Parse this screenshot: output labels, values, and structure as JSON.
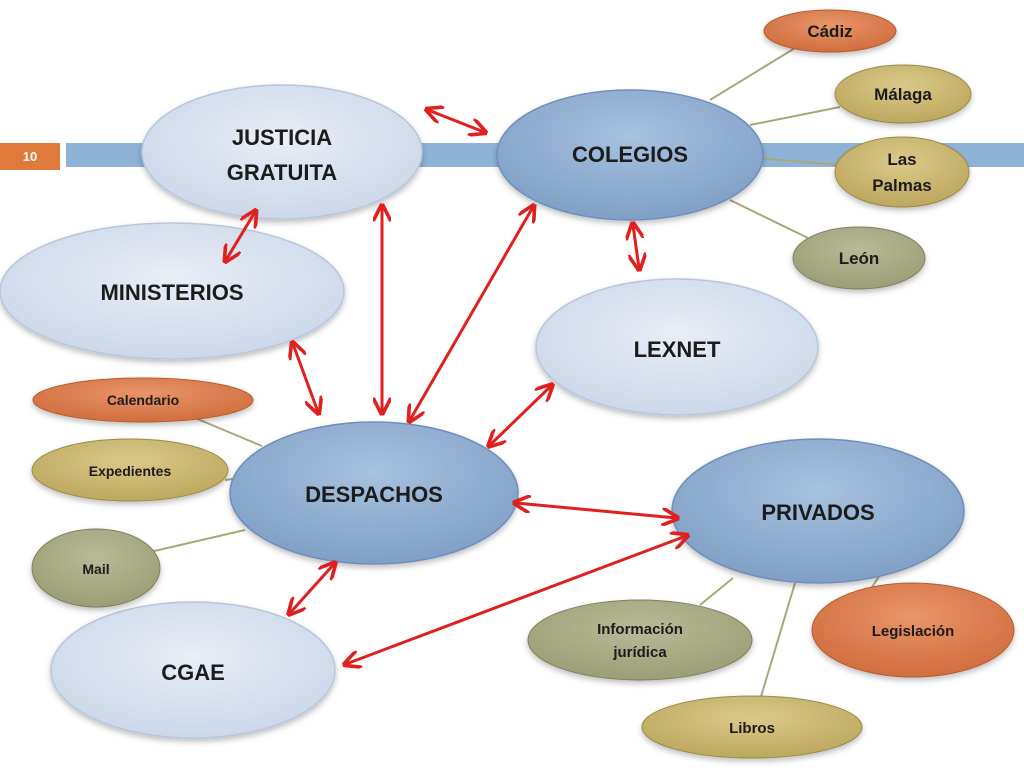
{
  "slide": {
    "number": "10"
  },
  "colors": {
    "accent_bar": "#8eb3d6",
    "arrow": "#e0201e",
    "orange": "#d9784a",
    "olive": "#c7b366",
    "sage": "#a7a981",
    "light_blue": "#d6dfed",
    "mid_blue": "#8fb0d3"
  },
  "nodes": {
    "justicia": {
      "line1": "JUSTICIA",
      "line2": "GRATUITA"
    },
    "colegios": {
      "label": "COLEGIOS"
    },
    "ministerios": {
      "label": "MINISTERIOS"
    },
    "lexnet": {
      "label": "LEXNET"
    },
    "despachos": {
      "label": "DESPACHOS"
    },
    "privados": {
      "label": "PRIVADOS"
    },
    "cgae": {
      "label": "CGAE"
    },
    "cadiz": {
      "label": "Cádiz"
    },
    "malaga": {
      "label": "Málaga"
    },
    "las_palmas": {
      "line1": "Las",
      "line2": "Palmas"
    },
    "leon": {
      "label": "León"
    },
    "calendario": {
      "label": "Calendario"
    },
    "expedientes": {
      "label": "Expedientes"
    },
    "mail": {
      "label": "Mail"
    },
    "informacion": {
      "line1": "Información",
      "line2": "jurídica"
    },
    "legislacion": {
      "label": "Legislación"
    },
    "libros": {
      "label": "Libros"
    }
  }
}
